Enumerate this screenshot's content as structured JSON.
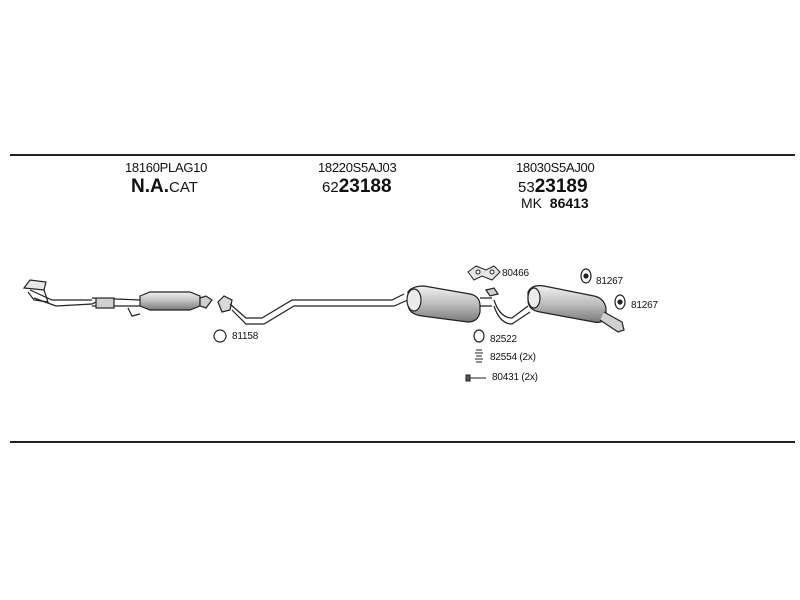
{
  "groups": [
    {
      "code": "18160PLAG10",
      "bold": "N.A.",
      "suffix": "CAT"
    },
    {
      "code": "18220S5AJ03",
      "prefix": "62",
      "number": "23188"
    },
    {
      "code": "18030S5AJ00",
      "prefix": "53",
      "number": "23189",
      "mk_prefix": "MK",
      "mk_number": "86413"
    }
  ],
  "parts": {
    "p81158": "81158",
    "p80466": "80466",
    "p81267a": "81267",
    "p81267b": "81267",
    "p82522": "82522",
    "p82554": "82554 (2x)",
    "p80431": "80431 (2x)"
  },
  "colors": {
    "line": "#222222",
    "part_fill": "#d9d9d9",
    "part_shade": "#9a9a9a"
  }
}
